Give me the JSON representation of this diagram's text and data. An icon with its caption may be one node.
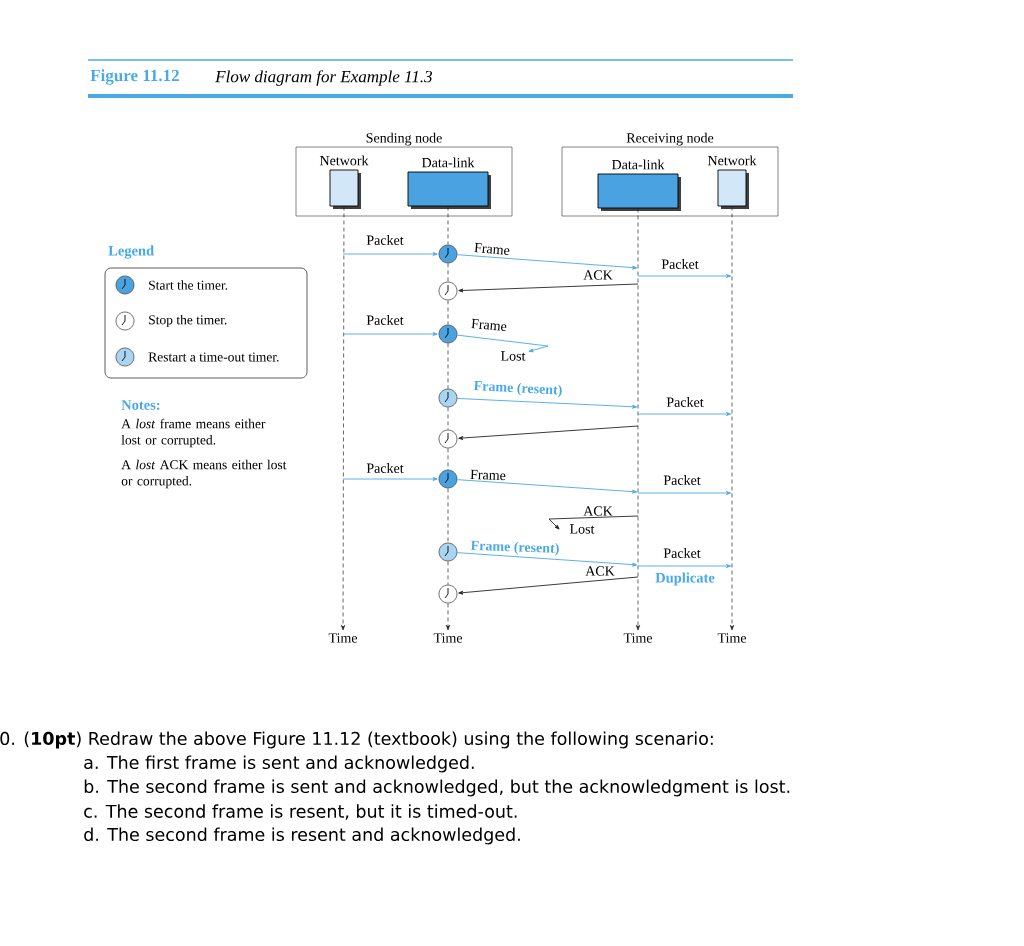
{
  "diagram": {
    "title": "Figure 11.12",
    "nodes": [
      {
        "text": [
          "Sending node"
        ]
      },
      {
        "text": [
          "Network"
        ],
        "in": 0
      },
      {
        "text": [
          "Data-link"
        ],
        "in": 0
      },
      {
        "text": [
          "Receiving node"
        ]
      },
      {
        "text": [
          "Data-link"
        ],
        "in": 3
      },
      {
        "text": [
          "Network"
        ],
        "in": 3
      },
      {
        "text": [],
        "shape": "circle"
      },
      {
        "text": [],
        "shape": "circle"
      },
      {
        "text": [],
        "shape": "circle"
      },
      {
        "text": [],
        "shape": "circle"
      },
      {
        "text": [],
        "shape": "circle"
      },
      {
        "text": [],
        "shape": "circle"
      },
      {
        "text": [],
        "shape": "circle"
      },
      {
        "text": [],
        "shape": "circle"
      },
      {
        "text": [
          "Time"
        ]
      },
      {
        "text": [
          "Time"
        ]
      },
      {
        "text": [
          "Time"
        ]
      },
      {
        "text": [
          "Time"
        ]
      },
      {
        "text": [
          "Lost"
        ]
      }
    ],
    "edges": [
      {
        "from": 1,
        "to": 14,
        "arrow": "to",
        "style": "dashed"
      },
      {
        "from": 2,
        "to": 6,
        "arrow": "none",
        "style": "dashed"
      },
      {
        "from": 6,
        "to": 7,
        "arrow": "none",
        "style": "dashed"
      },
      {
        "from": 7,
        "to": 8,
        "arrow": "none",
        "style": "dashed"
      },
      {
        "from": 8,
        "to": 9,
        "arrow": "none",
        "style": "dashed"
      },
      {
        "from": 9,
        "to": 10,
        "arrow": "none",
        "style": "dashed"
      },
      {
        "from": 10,
        "to": 11,
        "arrow": "none",
        "style": "dashed"
      },
      {
        "from": 11,
        "to": 12,
        "arrow": "none",
        "style": "dashed"
      },
      {
        "from": 12,
        "to": 13,
        "arrow": "none",
        "style": "dashed"
      },
      {
        "from": 13,
        "to": 15,
        "arrow": "to",
        "style": "dashed"
      },
      {
        "from": 4,
        "to": 16,
        "arrow": "to",
        "style": "dashed"
      },
      {
        "from": 5,
        "to": 17,
        "arrow": "to",
        "style": "dashed"
      },
      {
        "from": null,
        "to": 6,
        "arrow": "to",
        "label": "Packet",
        "color": "#48a9e6"
      },
      {
        "from": 6,
        "to": null,
        "arrow": "to",
        "label": "Frame",
        "color": "#48a9e6"
      },
      {
        "from": null,
        "to": 7,
        "arrow": "to",
        "label": "ACK"
      },
      {
        "from": null,
        "to": 8,
        "arrow": "to",
        "label": "Packet",
        "color": "#48a9e6"
      },
      {
        "from": 8,
        "to": 18,
        "arrow": "to",
        "label": "Frame",
        "color": "#48a9e6"
      },
      {
        "from": 9,
        "to": null,
        "arrow": "to",
        "label": "Frame (resent)",
        "color": "#48a9e6"
      },
      {
        "from": null,
        "to": 10,
        "arrow": "to"
      },
      {
        "from": null,
        "to": 11,
        "arrow": "to",
        "label": "Packet",
        "color": "#48a9e6"
      },
      {
        "from": 11,
        "to": null,
        "arrow": "to",
        "label": "Frame",
        "color": "#48a9e6"
      },
      {
        "from": 12,
        "to": null,
        "arrow": "to",
        "label": "Frame (resent)",
        "color": "#48a9e6"
      },
      {
        "from": null,
        "to": 13,
        "arrow": "to",
        "label": "ACK"
      }
    ],
    "labels": [
      "Flow diagram for Example 11.3",
      "Legend",
      "Packet",
      "Notes:",
      "Packet",
      "A *lost* frame means either lost or corrupted.",
      "A *lost* ACK means either lost or corrupted.",
      "Packet",
      "ACK",
      "Lost",
      "Packet",
      "Duplicate",
      "0. (**10pt**) Redraw the above Figure 11.12 (textbook) using the following scenario:",
      "a. The first frame is sent and acknowledged.",
      "b. The second frame is sent and acknowledged, but the acknowledgment is lost.",
      "c. The second frame is resent, but it is timed-out.",
      "d. The second frame is resent and acknowledged."
    ],
    "legend": [
      {
        "text": "Start the timer."
      },
      {
        "text": "Stop the timer."
      },
      {
        "text": "Restart a time-out timer."
      }
    ]
  }
}
